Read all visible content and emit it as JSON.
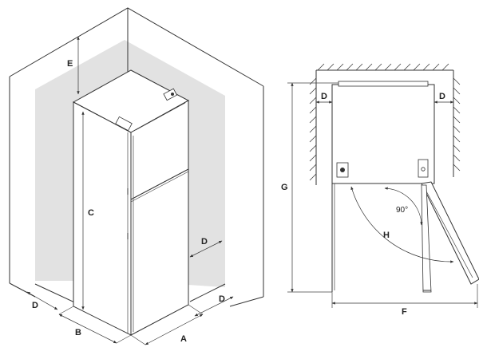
{
  "labels": {
    "left_e": "E",
    "left_c": "C",
    "left_d_side": "D",
    "left_d_front_left": "D",
    "left_d_front_right": "D",
    "left_b": "B",
    "left_a": "A",
    "right_d_left": "D",
    "right_d_right": "D",
    "right_g": "G",
    "right_angle": "90°",
    "right_h": "H",
    "right_f": "F"
  },
  "colors": {
    "line": "#333333",
    "clearance_shade": "#e2e2e2",
    "background": "#ffffff"
  }
}
